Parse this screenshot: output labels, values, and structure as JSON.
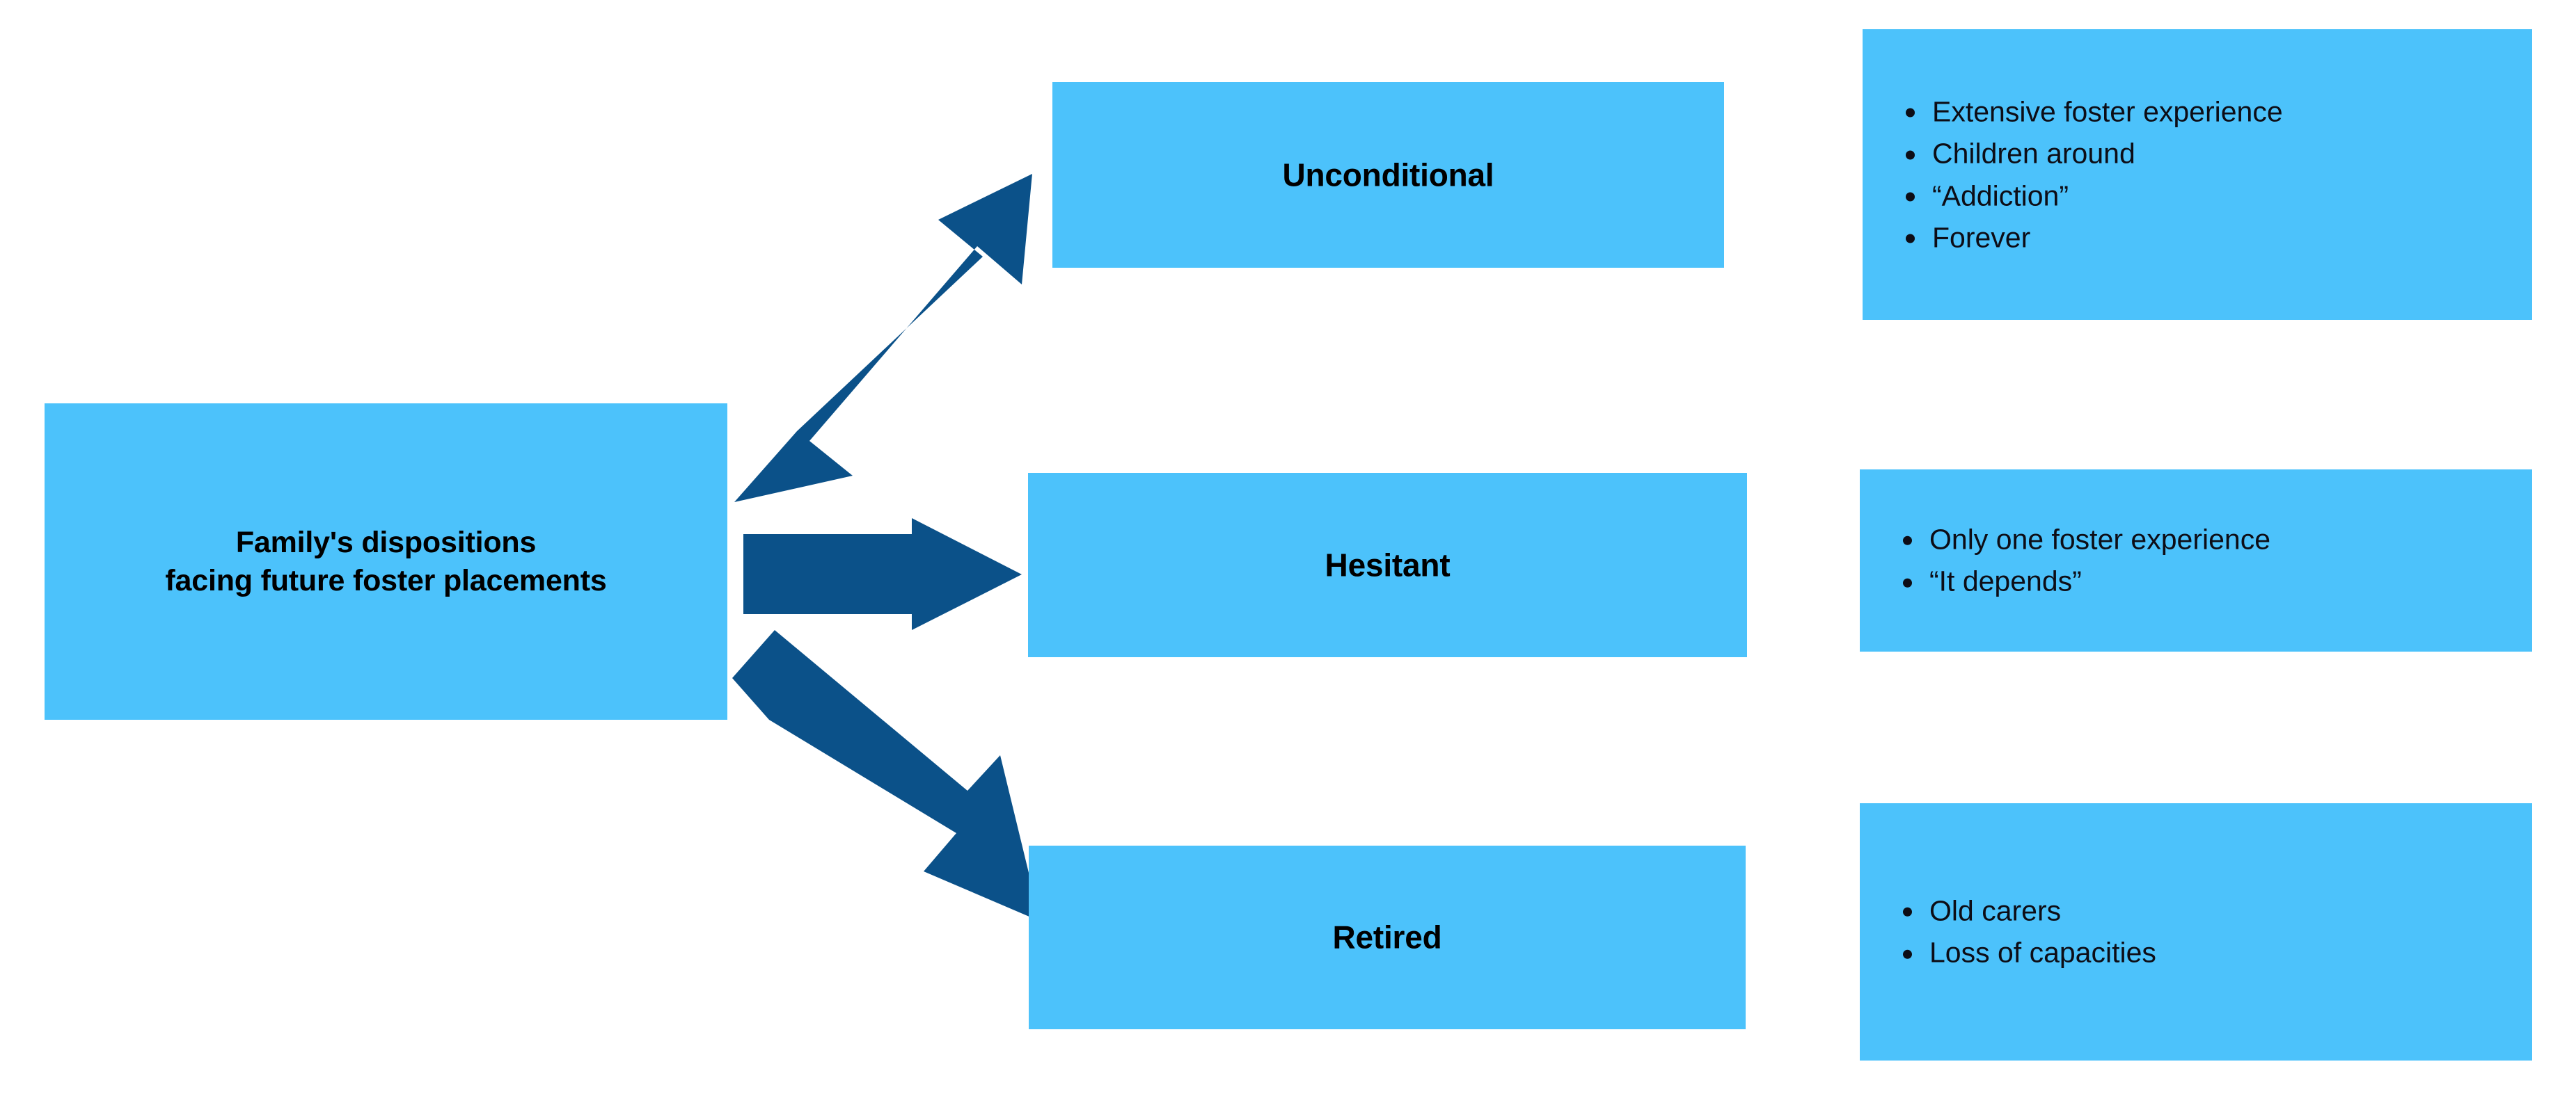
{
  "diagram": {
    "title": "Family's dispositions facing future foster placements",
    "colors": {
      "box_fill": "#4cc2fb",
      "arrow_fill": "#0b5189",
      "text": "#000000",
      "background": "#ffffff"
    },
    "source_node": {
      "label": "Family's dispositions\nfacing future foster placements"
    },
    "branches": [
      {
        "id": "unconditional",
        "label": "Unconditional",
        "arrow": "arrow-up-right-icon",
        "bullets": [
          "Extensive foster experience",
          "Children around",
          "“Addiction”",
          "Forever"
        ]
      },
      {
        "id": "hesitant",
        "label": "Hesitant",
        "arrow": "arrow-right-icon",
        "bullets": [
          "Only one foster experience",
          "“It depends”"
        ]
      },
      {
        "id": "retired",
        "label": "Retired",
        "arrow": "arrow-down-right-icon",
        "bullets": [
          "Old carers",
          "Loss of capacities"
        ]
      }
    ]
  }
}
